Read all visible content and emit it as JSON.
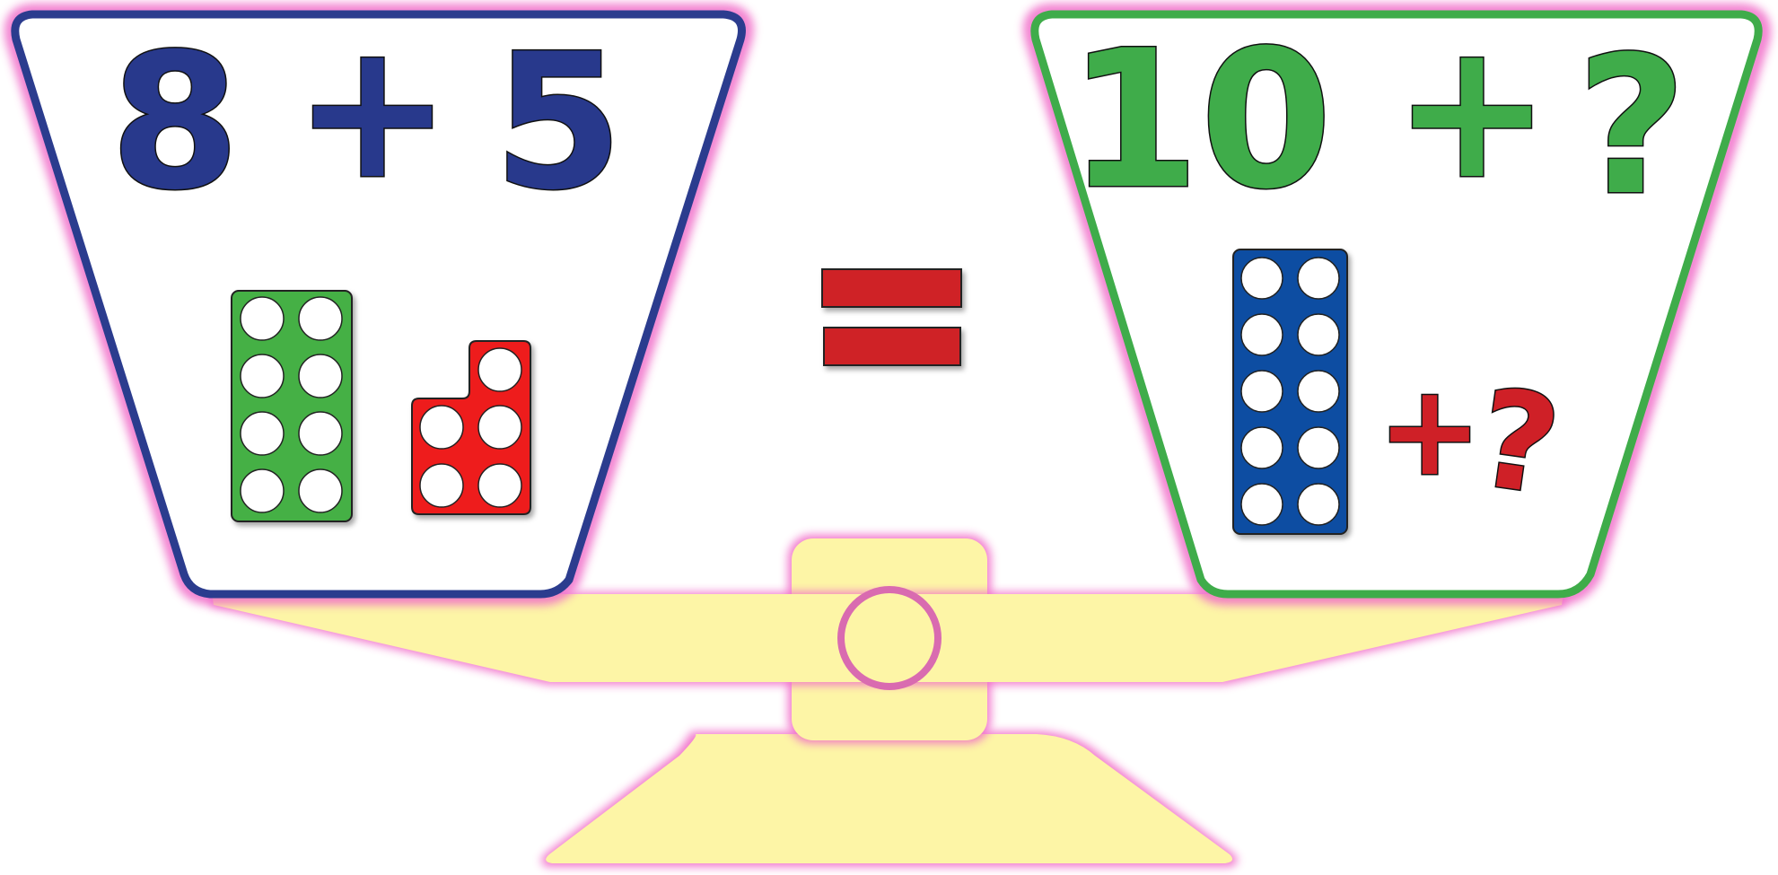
{
  "left_pan": {
    "operand_a": "8",
    "operator": "+",
    "operand_b": "5",
    "number_rods": [
      {
        "represents": 8,
        "color": "#45b045"
      },
      {
        "represents": 5,
        "color": "#ee1c1c"
      }
    ],
    "border_color": "#2b3c8e",
    "text_color": "#28398c"
  },
  "equals_sign": {
    "symbol": "=",
    "color": "#cf2027"
  },
  "right_pan": {
    "operand_a": "10",
    "operator": "+",
    "operand_b": "?",
    "number_rods": [
      {
        "represents": 10,
        "color": "#0b4ea2"
      }
    ],
    "mini_plus": "+",
    "mini_question": "?",
    "mini_color": "#cf2027",
    "border_color": "#3fac4a",
    "text_color": "#3fac4a"
  },
  "balance": {
    "beam_color": "#fdf5a6",
    "glow_color": "#f06ac8"
  }
}
